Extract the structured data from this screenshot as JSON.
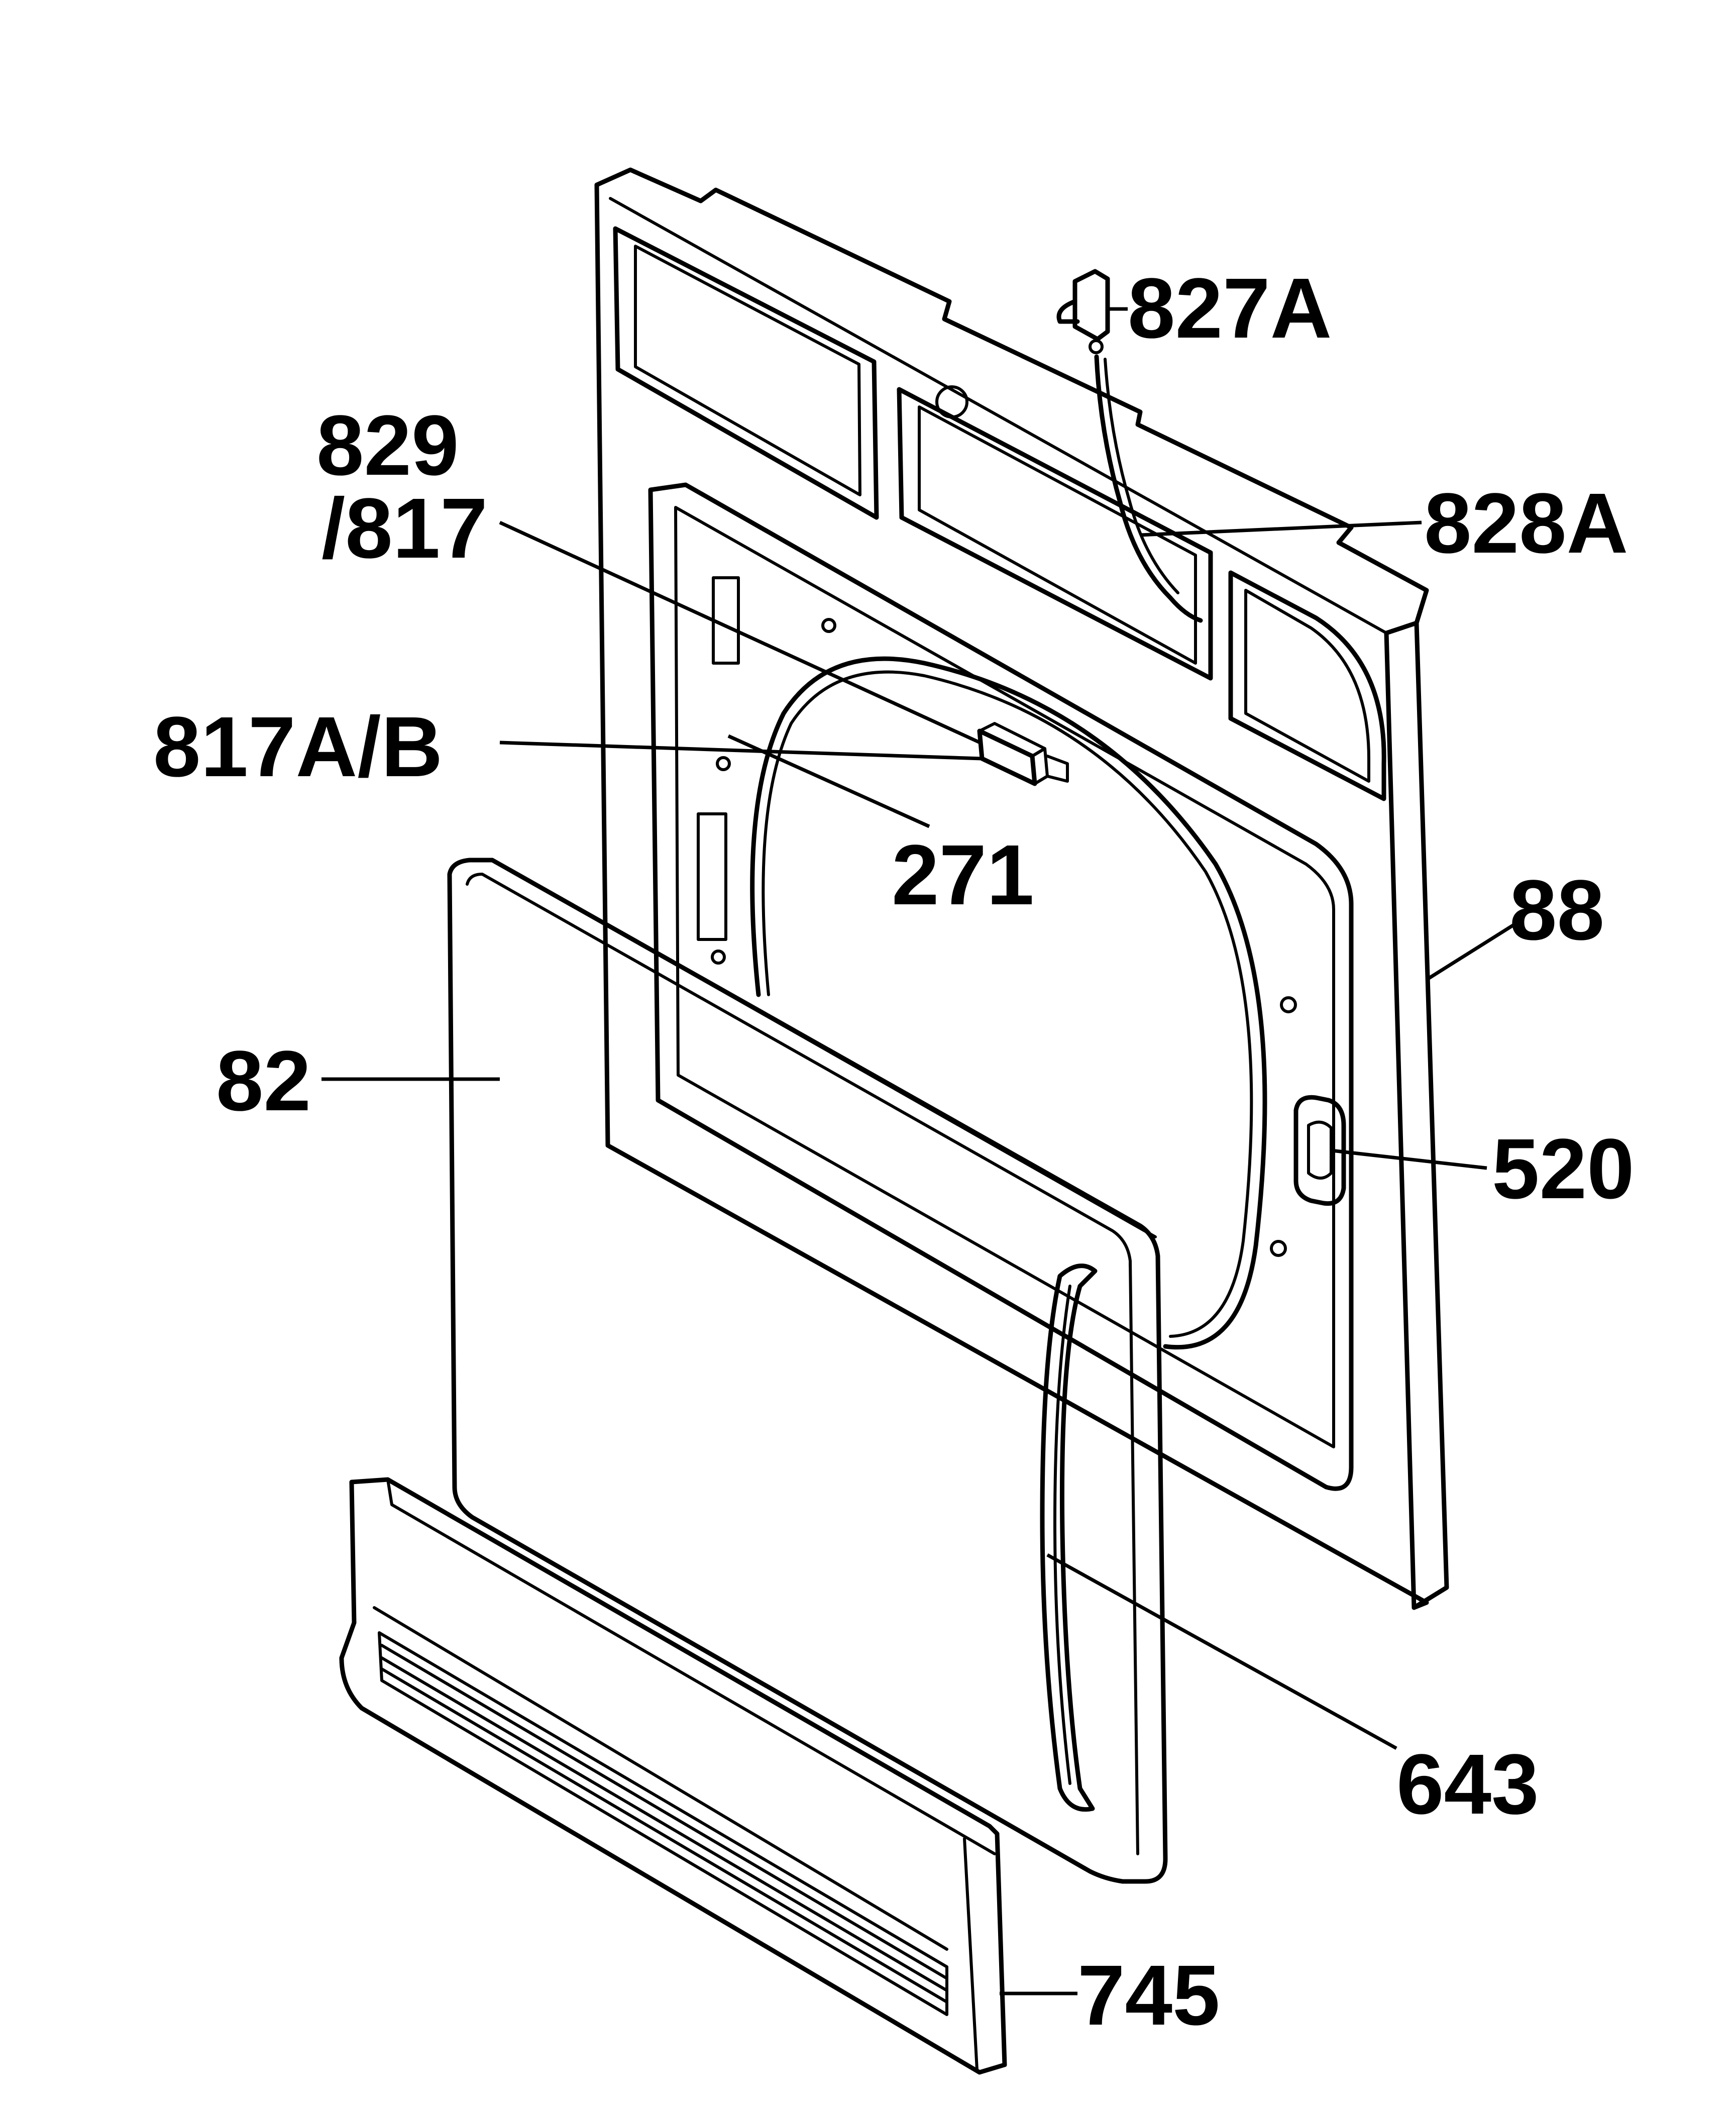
{
  "labels": {
    "l827a": "827A",
    "l829": "829",
    "l817slash": "/817",
    "l828a": "828A",
    "l817ab": "817A/B",
    "l271": "271",
    "l88": "88",
    "l82": "82",
    "l520": "520",
    "l643": "643",
    "l745": "745"
  }
}
